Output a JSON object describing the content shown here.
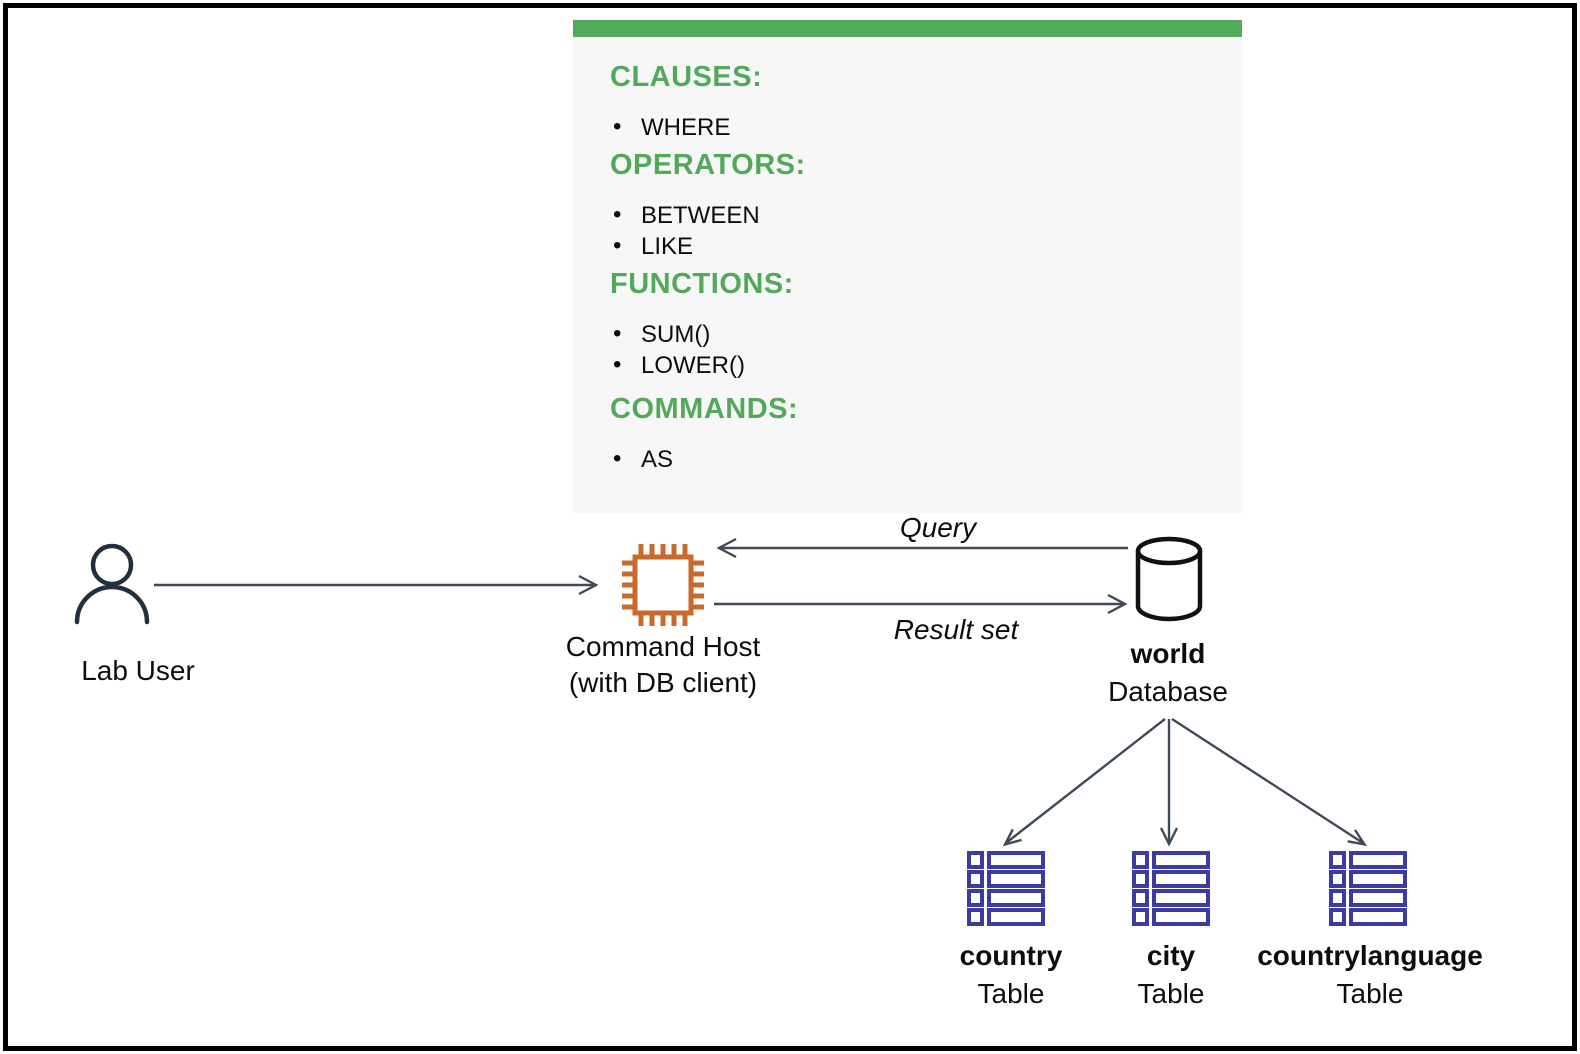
{
  "panel": {
    "sections": [
      {
        "heading": "CLAUSES:",
        "items": [
          "WHERE"
        ]
      },
      {
        "heading": "OPERATORS:",
        "items": [
          "BETWEEN",
          "LIKE"
        ]
      },
      {
        "heading": "FUNCTIONS:",
        "items": [
          "SUM()",
          "LOWER()"
        ]
      },
      {
        "heading": "COMMANDS:",
        "items": [
          "AS"
        ]
      }
    ]
  },
  "nodes": {
    "lab_user": {
      "label": "Lab User",
      "icon": "person-icon"
    },
    "command_host": {
      "label_line1": "Command Host",
      "label_line2": "(with DB client)",
      "icon": "chip-icon"
    },
    "database": {
      "name": "world",
      "type_label": "Database",
      "icon": "database-cylinder-icon"
    }
  },
  "edges": {
    "query_label": "Query",
    "result_label": "Result set"
  },
  "tables": [
    {
      "name": "country",
      "type_label": "Table",
      "icon": "table-icon"
    },
    {
      "name": "city",
      "type_label": "Table",
      "icon": "table-icon"
    },
    {
      "name": "countrylanguage",
      "type_label": "Table",
      "icon": "table-icon"
    }
  ],
  "colors": {
    "accent_green": "#53a95a",
    "panel_background": "#f7f7f8",
    "arrow": "#3f4a58",
    "chip_orange": "#c96a2d",
    "table_blue": "#3b3ba3",
    "person_navy": "#232f3e"
  }
}
